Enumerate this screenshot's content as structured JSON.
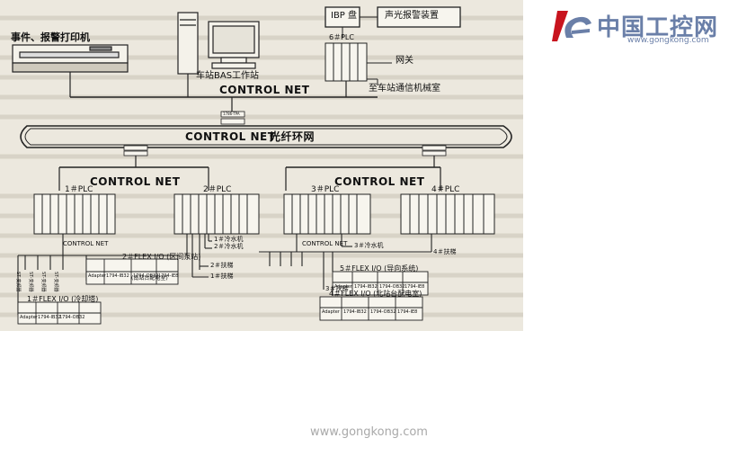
{
  "diagram": {
    "printer_label": "事件、报警打印机",
    "workstation_label": "车站BAS工作站",
    "ibp_label": "IBP 盘",
    "alarm_label": "声光报警装置",
    "plc6_label": "6＃PLC",
    "gateway_label": "网关",
    "comm_room_label": "至车站通信机械室",
    "control_net_top": "CONTROL NET",
    "control_net_ring": "CONTROL NET",
    "fiber_ring_label": "光纤环网",
    "control_net_bottom_left": "CONTROL NET",
    "control_net_bottom_right": "CONTROL NET",
    "plc1_label": "1＃PLC",
    "plc2_label": "2＃PLC",
    "plc3_label": "3＃PLC",
    "plc4_label": "4＃PLC",
    "flex1_label": "1＃FLEX I/O (冷却塔)",
    "flex2_label": "2＃FLEX I/O (区间泵站)",
    "flex4_label": "4＃FLEX I/O (北站台配电室)",
    "flex5_label": "5＃FLEX I/O (导向系统)",
    "chiller1": "1＃冷水机",
    "chiller2": "2＃冷水机",
    "chiller3": "3＃冷水机",
    "escalator1": "1＃扶梯",
    "escalator2": "2＃扶梯",
    "escalator3": "3＃扶梯",
    "escalator4": "4＃扶梯",
    "control_net_small_left": "CONTROL NET",
    "control_net_small_right": "CONTROL NET",
    "south_station": "(南站台配电室)",
    "adapter": "Adapter",
    "module_a": "1794-IB32",
    "module_b": "1794-OB32",
    "module_c": "1794-IE8",
    "vfd_labels": [
      "ST-变频器",
      "ST-变频器",
      "ST-变频器",
      "ST-变频器"
    ],
    "tap_label": "1786-TPA"
  },
  "watermark": {
    "logo_text": "中国工控网",
    "logo_url": "www.gongkong.com",
    "footer_url": "www.gongkong.com"
  },
  "colors": {
    "paper": "#ece8de",
    "ink": "#1a1a1a",
    "logo_blue": "#6a7fa8",
    "logo_red": "#c8141e",
    "footer_gray": "#a9a9a9"
  }
}
